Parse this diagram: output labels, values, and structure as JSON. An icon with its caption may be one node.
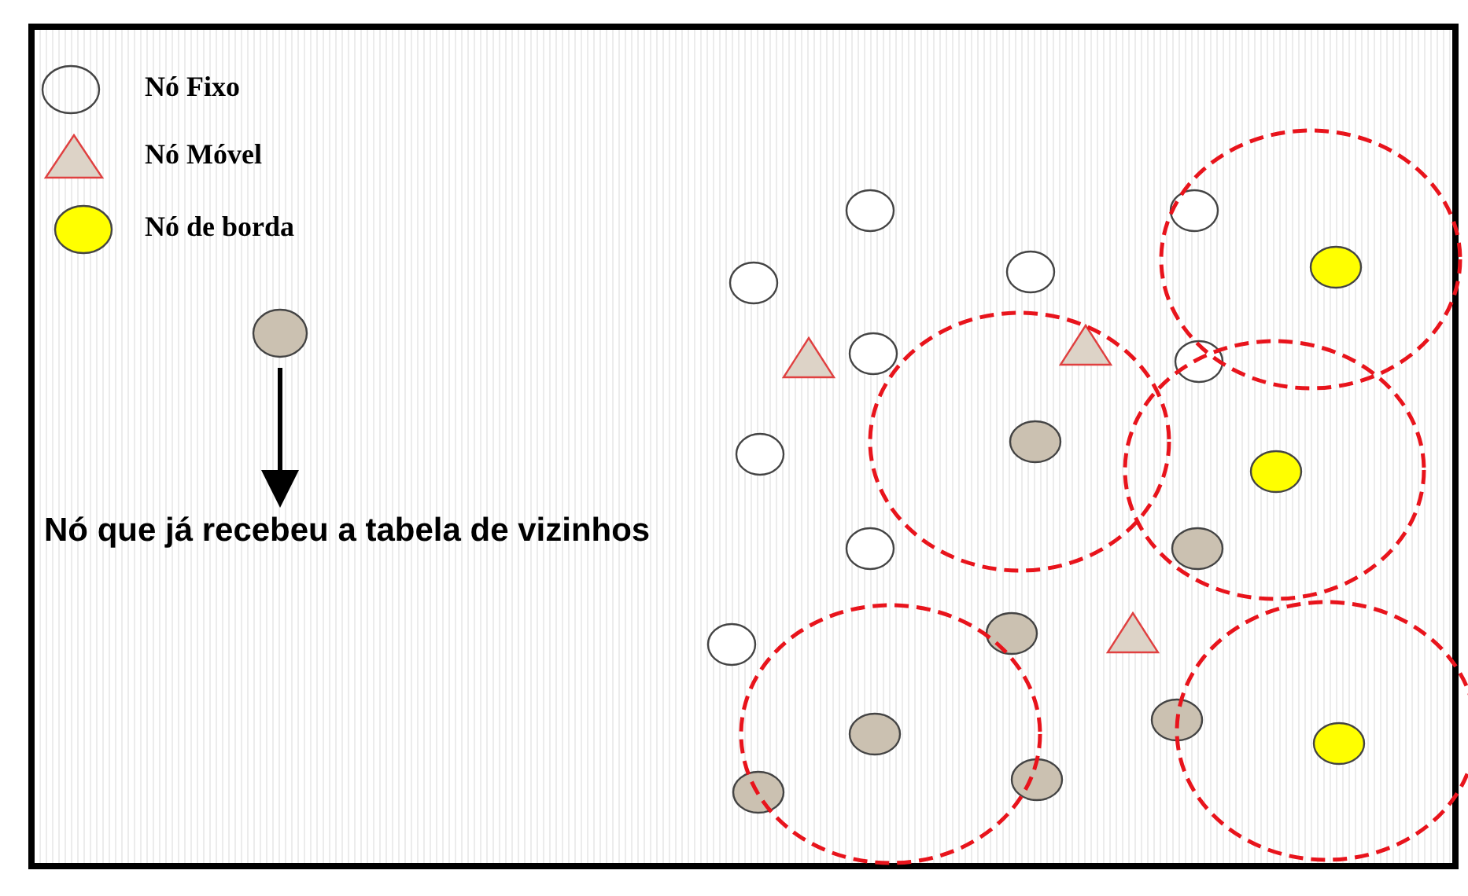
{
  "diagram": {
    "nodes": [
      {
        "text": [],
        "shape": "circle"
      },
      {
        "text": [
          "Nó que já recebeu a tabela de vizinhos"
        ]
      }
    ],
    "edges": [
      {
        "from": 0,
        "to": 1,
        "arrow": "to"
      }
    ],
    "legend": [
      {
        "text": "Nó Fixo"
      },
      {
        "text": "Nó Móvel",
        "color": "#ddd3c7"
      },
      {
        "text": "Nó de borda",
        "color": "#ffff00"
      }
    ]
  }
}
